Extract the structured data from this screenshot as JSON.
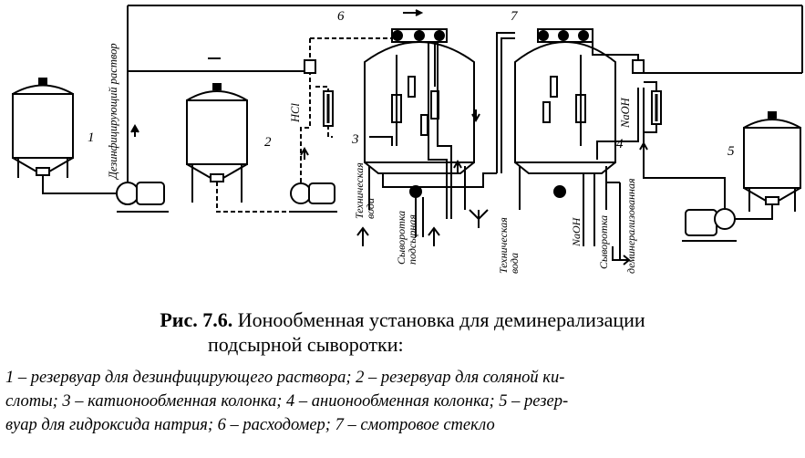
{
  "diagram": {
    "num1": "1",
    "num2": "2",
    "num3": "3",
    "num4": "4",
    "num5": "5",
    "num6": "6",
    "num7": "7",
    "dezinf": "Дезинфицирующий раствор",
    "hcl": "HCl",
    "naoh_top": "NaOH",
    "tech_water_left_1": "Техническая",
    "tech_water_left_2": "вода",
    "whey_1": "Сыворотка",
    "whey_2": "подсырная",
    "tech_water_mid_1": "Техническая",
    "tech_water_mid_2": "вода",
    "naoh_bottom": "NaOH",
    "whey_demin_1": "Сыворотка",
    "whey_demin_2": "деминерализованная"
  },
  "caption": {
    "prefix": "Рис. 7.6.",
    "title_line1": " Ионообменная установка для деминерализации",
    "title_line2": "подсырной сыворотки:"
  },
  "legend": {
    "line1": "1 – резервуар для дезинфицирующего раствора; 2 – резервуар для соляной ки-",
    "line2": "слоты; 3 – катионообменная колонка; 4 – анионообменная колонка; 5 – резер-",
    "line3": "вуар для гидроксида натрия; 6 – расходомер; 7 – смотровое стекло"
  }
}
